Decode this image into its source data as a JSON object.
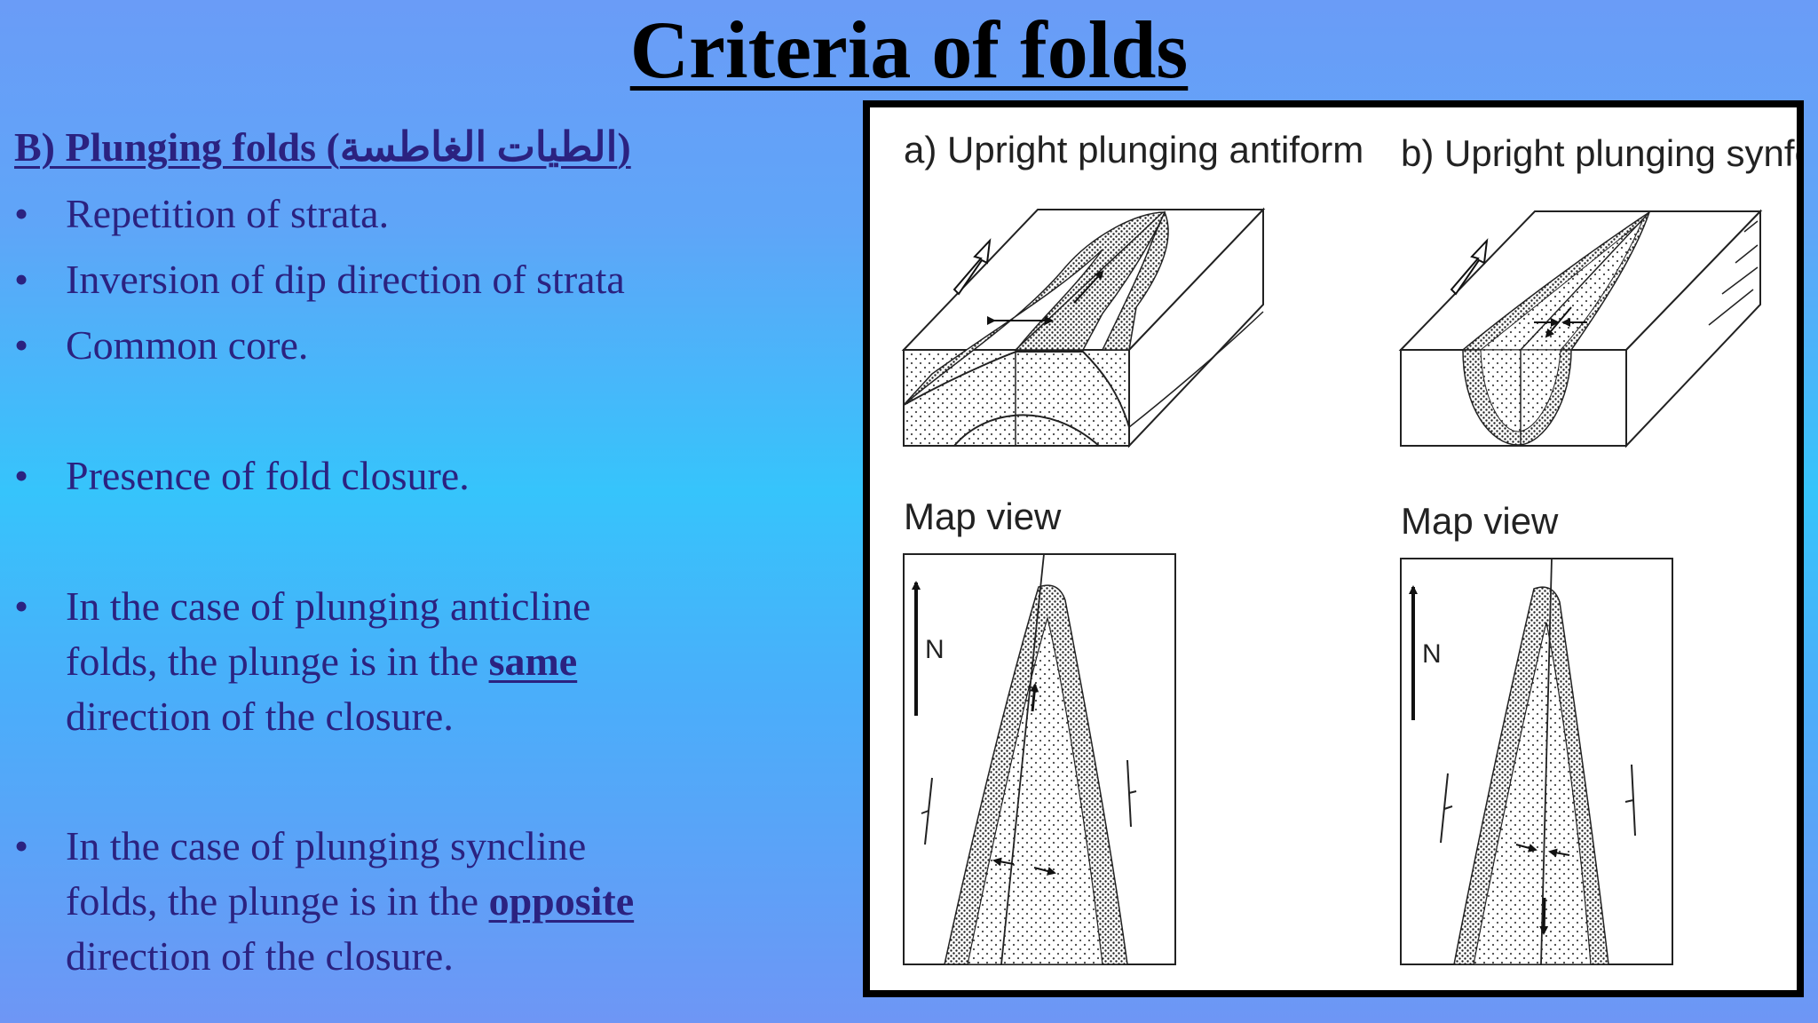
{
  "slide": {
    "title": "Criteria of folds",
    "subtitle": "B) Plunging folds  (الطيات الغاطسة)",
    "bullet_symbol": "•",
    "bullets": [
      {
        "text": "Repetition of strata."
      },
      {
        "text": "Inversion of dip direction of strata"
      },
      {
        "text": "Common core."
      },
      {
        "text": "Presence of fold closure."
      },
      {
        "line1": "In the case of plunging anticline",
        "line2_pre": "folds, the plunge is in the ",
        "line2_highlight": "same",
        "line3": "direction of the closure."
      },
      {
        "line1": "In the case of plunging syncline",
        "line2_pre": "folds, the plunge is in the ",
        "line2_highlight": "opposite",
        "line3": "direction of the closure."
      }
    ]
  },
  "figure": {
    "panel_a_label": "a) Upright plunging antiform",
    "panel_b_label": "b) Upright plunging synform",
    "map_view_label": "Map view",
    "north_label": "N"
  }
}
